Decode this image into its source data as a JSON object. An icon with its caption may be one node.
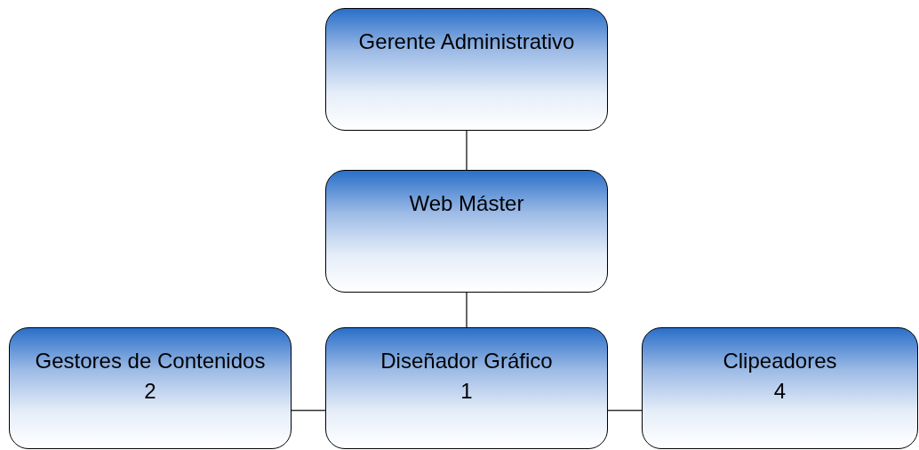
{
  "diagram": {
    "nodes": [
      {
        "text": [
          "Gerente Administrativo"
        ]
      },
      {
        "text": [
          "Web Máster"
        ]
      },
      {
        "text": [
          "Gestores de Contenidos",
          "2"
        ]
      },
      {
        "text": [
          "Diseñador Gráfico",
          "1"
        ]
      },
      {
        "text": [
          "Clipeadores",
          "4"
        ]
      }
    ],
    "edges": [
      {
        "from": 0,
        "to": 1,
        "arrow": "none"
      },
      {
        "from": 1,
        "to": 3,
        "arrow": "none"
      },
      {
        "from": 3,
        "to": 2,
        "arrow": "none"
      },
      {
        "from": 3,
        "to": 4,
        "arrow": "none"
      }
    ]
  }
}
